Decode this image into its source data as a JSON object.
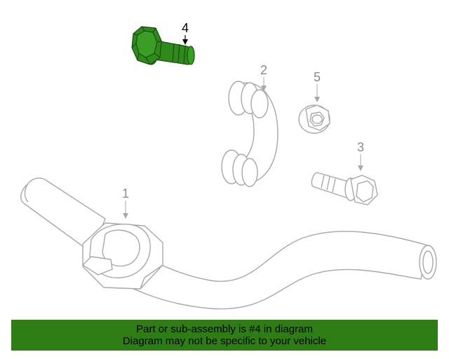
{
  "diagram": {
    "callouts": [
      {
        "number": "1",
        "highlighted": false
      },
      {
        "number": "2",
        "highlighted": false
      },
      {
        "number": "3",
        "highlighted": false
      },
      {
        "number": "4",
        "highlighted": true
      },
      {
        "number": "5",
        "highlighted": false
      }
    ],
    "colors": {
      "outline": "#a8a8a8",
      "highlight_fill": "#2f8a1c",
      "highlight_outline": "#1a4d0e",
      "callout_text": "#8a8a8a",
      "callout_text_highlight": "#000000"
    }
  },
  "banner": {
    "line1": "Part or sub-assembly is #4 in diagram",
    "line2": "Diagram may not be specific to your vehicle",
    "background": "#2e7d14"
  }
}
